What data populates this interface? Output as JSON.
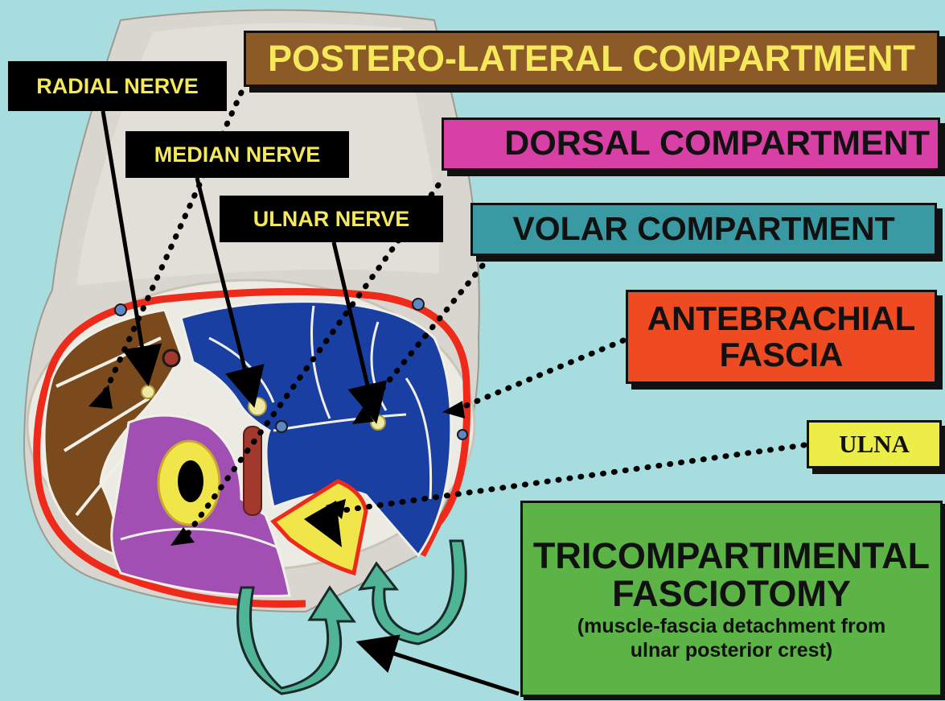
{
  "labels": {
    "postero_lateral": "POSTERO-LATERAL COMPARTMENT",
    "dorsal": "DORSAL COMPARTMENT",
    "volar": "VOLAR COMPARTMENT",
    "antebrachial_fascia_line1": "ANTEBRACHIAL",
    "antebrachial_fascia_line2": "FASCIA",
    "ulna": "ULNA",
    "radial_nerve": "RADIAL NERVE",
    "median_nerve": "MEDIAN NERVE",
    "ulnar_nerve": "ULNAR NERVE",
    "fasciotomy_line1": "TRICOMPARTIMENTAL",
    "fasciotomy_line2": "FASCIOTOMY",
    "fasciotomy_note_line1": "(muscle-fascia detachment from",
    "fasciotomy_note_line2": "ulnar posterior crest)"
  },
  "colors": {
    "background": "#a8dde0",
    "postero_lateral": "#8c5a26",
    "dorsal": "#d940a6",
    "volar": "#3a9aa3",
    "antebrachial_fascia": "#ee4b22",
    "ulna": "#eded48",
    "fasciotomy": "#5cb446",
    "volar_muscle": "#1a3fa3",
    "fascia_line": "#ee2a1a"
  },
  "icons": {
    "rotation_arrows": "curved-arrow-icon"
  }
}
